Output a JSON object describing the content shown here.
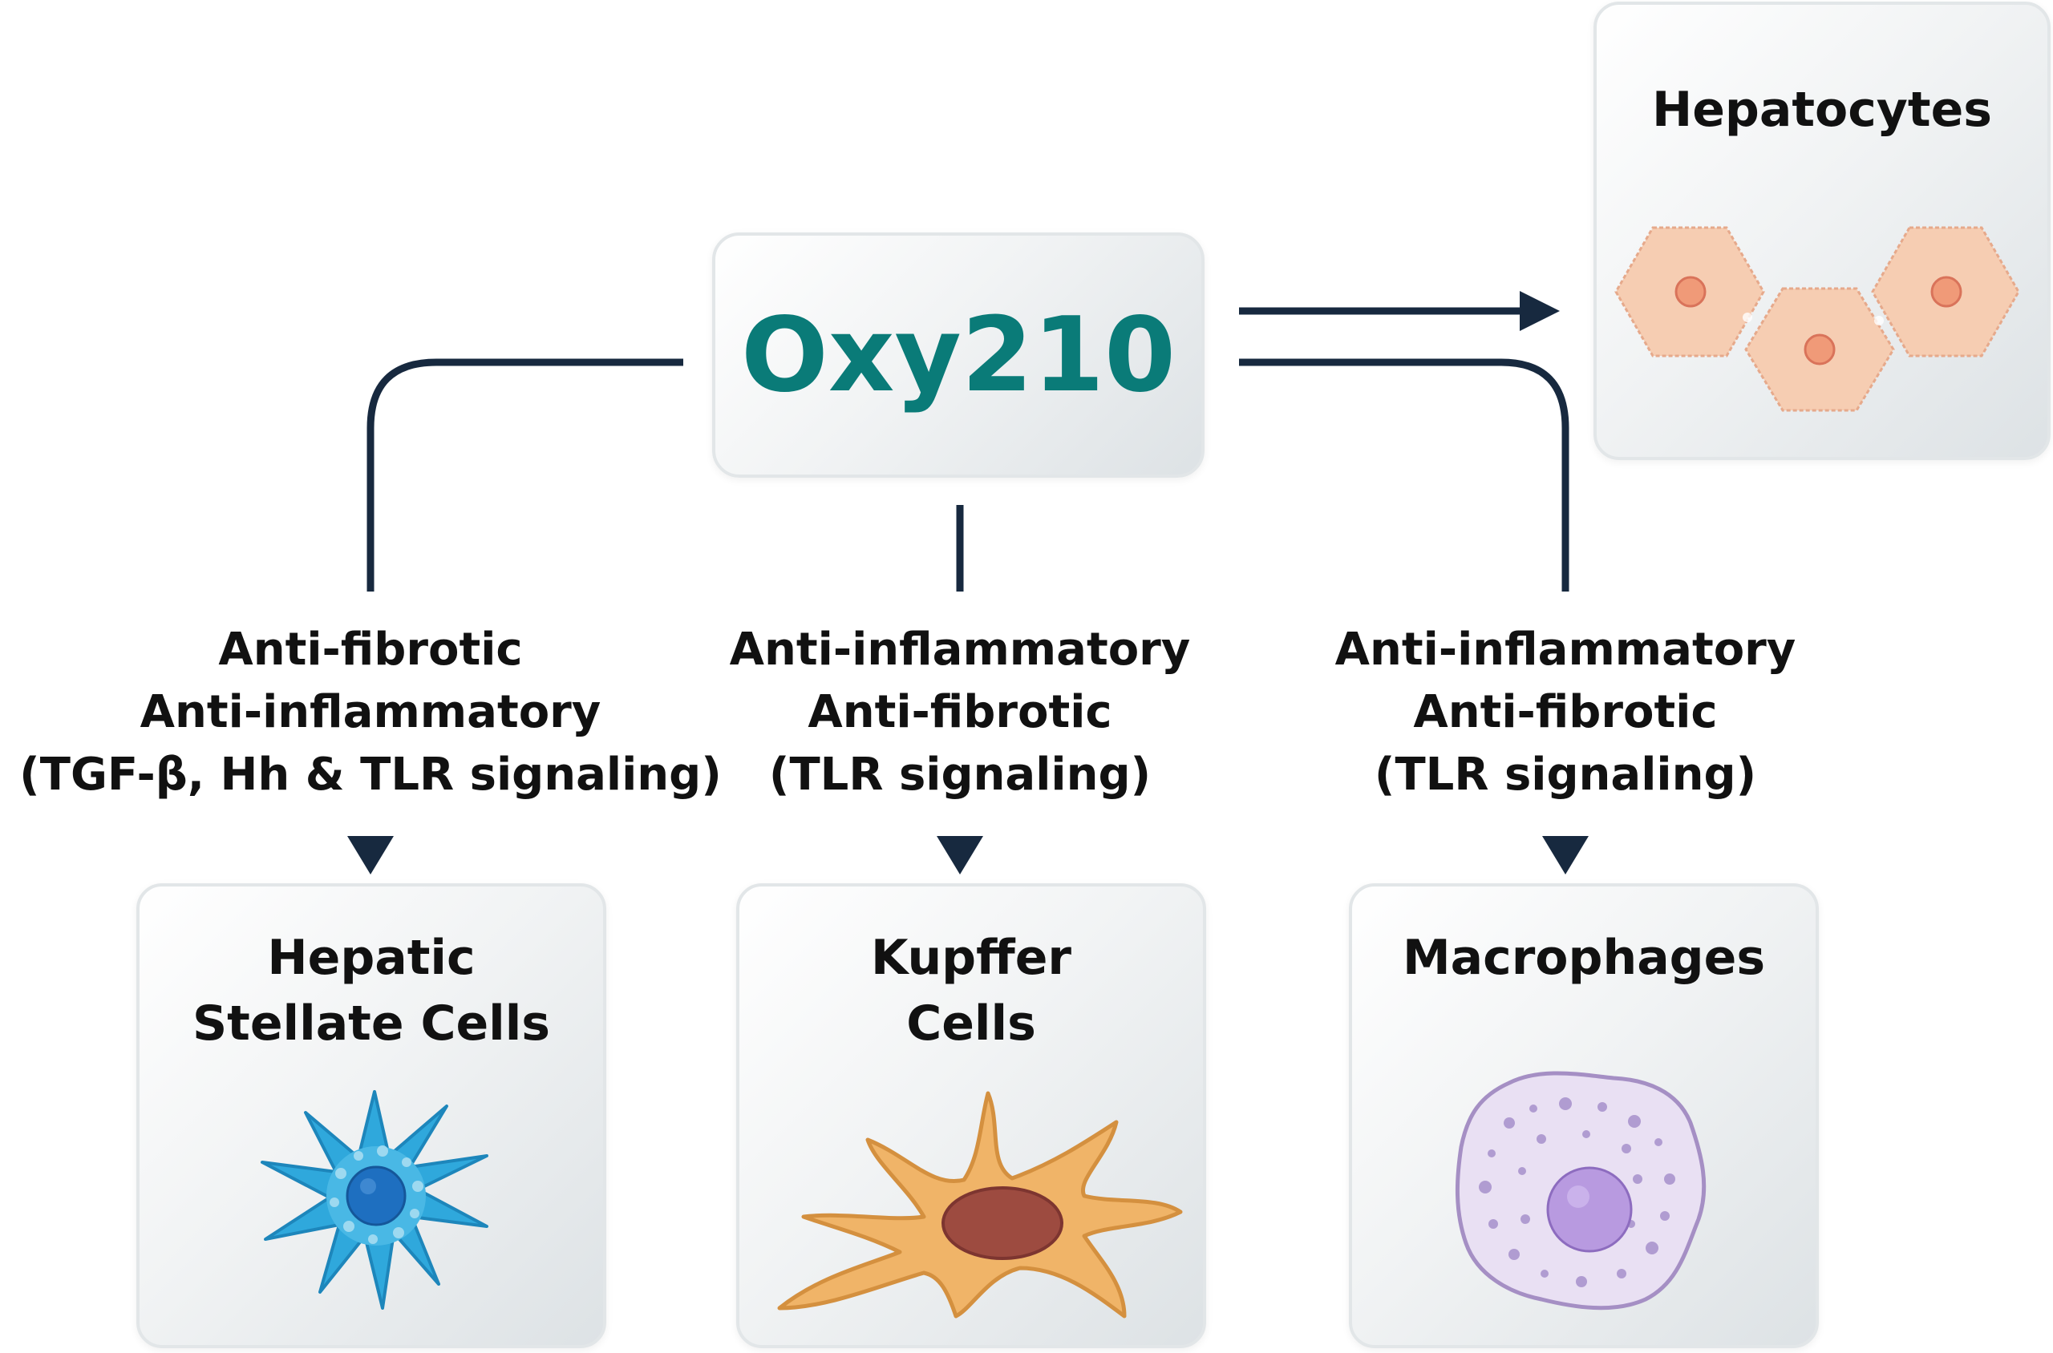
{
  "center": {
    "label": "Oxy210"
  },
  "colors": {
    "center_text": "#0a7b78",
    "connector": "#17293f",
    "stellate": "#2fa8dc",
    "kupffer": "#f0b468",
    "macrophage": "#ddd0ee",
    "hepatocyte": "#f6cdb2"
  },
  "targets": {
    "hepatocytes": {
      "title": "Hepatocytes",
      "icon": "hepatocyte-cells-icon"
    },
    "stellate": {
      "title_lines": [
        "Hepatic",
        "Stellate Cells"
      ],
      "icon": "stellate-cell-icon"
    },
    "kupffer": {
      "title_lines": [
        "Kupffer",
        "Cells"
      ],
      "icon": "kupffer-cell-icon"
    },
    "macrophages": {
      "title": "Macrophages",
      "icon": "macrophage-cell-icon"
    }
  },
  "effects": {
    "stellate": [
      "Anti-fibrotic",
      "Anti-inflammatory",
      "(TGF-β, Hh & TLR signaling)"
    ],
    "kupffer": [
      "Anti-inflammatory",
      "Anti-fibrotic",
      "(TLR signaling)"
    ],
    "macrophages": [
      "Anti-inflammatory",
      "Anti-fibrotic",
      "(TLR signaling)"
    ]
  }
}
